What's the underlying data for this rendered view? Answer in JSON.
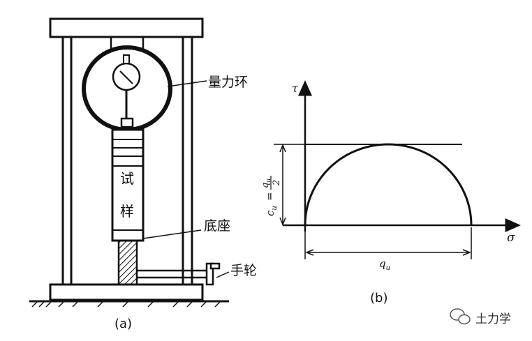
{
  "figure_a": {
    "caption": "(a)",
    "labels": {
      "proving_ring": "量力环",
      "base": "底座",
      "handwheel": "手轮",
      "specimen_char_1": "试",
      "specimen_char_2": "样"
    }
  },
  "figure_b": {
    "caption": "(b)",
    "axis_y": "τ",
    "axis_x": "σ",
    "cu_label": "c",
    "cu_sub": "u",
    "cu_equals": "=",
    "qu_frac_num": "q",
    "qu_frac_sub": "u",
    "qu_frac_den": "2",
    "qu_dim": "q",
    "qu_dim_sub": "u"
  },
  "watermark": {
    "text": "土力学",
    "icon": "wechat-icon"
  },
  "colors": {
    "ink": "#111111",
    "background": "#ffffff"
  }
}
